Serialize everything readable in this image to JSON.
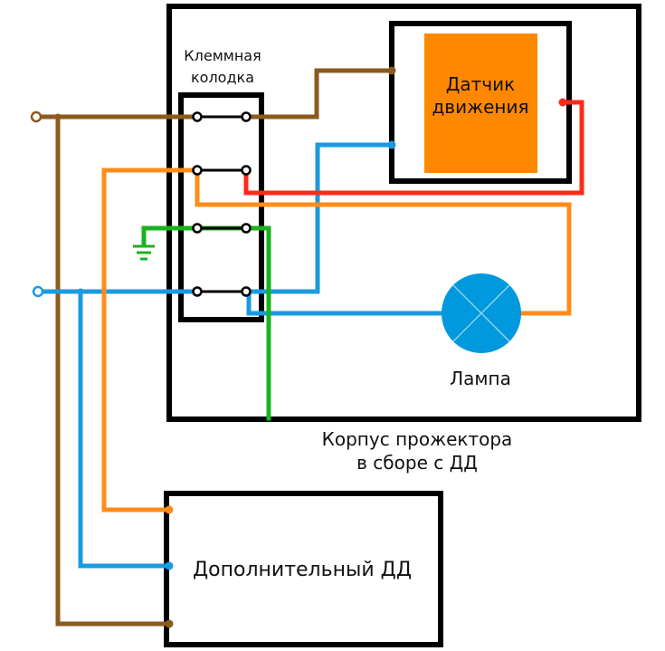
{
  "labels": {
    "terminal_block_line1": "Клеммная",
    "terminal_block_line2": "колодка",
    "motion_sensor_line1": "Датчик",
    "motion_sensor_line2": "движения",
    "lamp": "Лампа",
    "housing_line1": "Корпус прожектора",
    "housing_line2": "в сборе с ДД",
    "extra_sensor": "Дополнительный ДД"
  },
  "colors": {
    "frame": "#000000",
    "sensor_fill": "#ff8800",
    "lamp_fill": "#0099dd",
    "wire_brown": "#8b5a1e",
    "wire_blue": "#1a9ae0",
    "wire_orange": "#ff8c1a",
    "wire_red": "#ff2a1a",
    "wire_green": "#19b31f"
  },
  "icons": {
    "ground": "ground-symbol-icon",
    "lamp": "lamp-cross-icon"
  }
}
